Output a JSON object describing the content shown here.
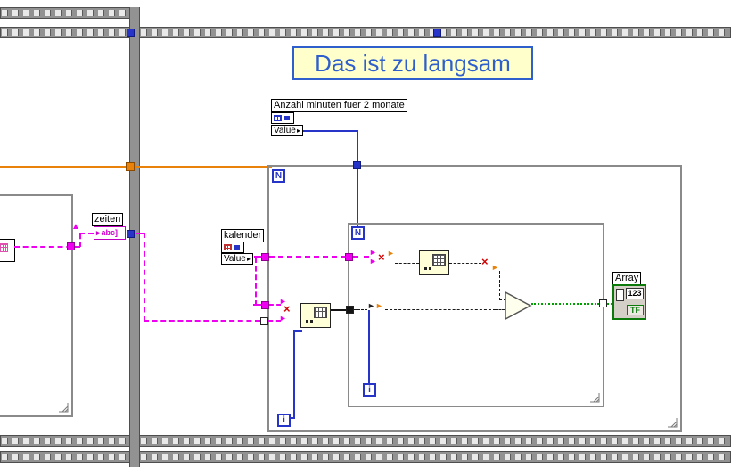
{
  "title": {
    "text": "Das ist zu langsam"
  },
  "property_nodes": {
    "anzahl": {
      "label": "Anzahl minuten fuer 2 monate",
      "property": "Value"
    },
    "kalender": {
      "label": "kalender",
      "property": "Value"
    },
    "zeiten": {
      "label": "zeiten",
      "property": "abc]"
    }
  },
  "loops": {
    "outer": {
      "count": "N",
      "iterator": "i"
    },
    "inner": {
      "count": "N",
      "iterator": "i"
    }
  },
  "indicator": {
    "label": "Array",
    "numeric_type": "123",
    "boolean_type": "TF"
  },
  "icons": {
    "arrow_right": "►",
    "arrow_up": "▲",
    "x_mark": "×",
    "value_arrow": "▸"
  },
  "colors": {
    "wire_orange": "#E8820A",
    "wire_blue": "#2634C8",
    "wire_pink": "#F000F0",
    "wire_green": "#00A000",
    "structure_gray": "#8A8A8A",
    "title_text": "#2E5FCC",
    "title_background": "#FFFFCC",
    "node_yellow": "#FFFFD8",
    "indicator_green": "#0B7A0B"
  }
}
